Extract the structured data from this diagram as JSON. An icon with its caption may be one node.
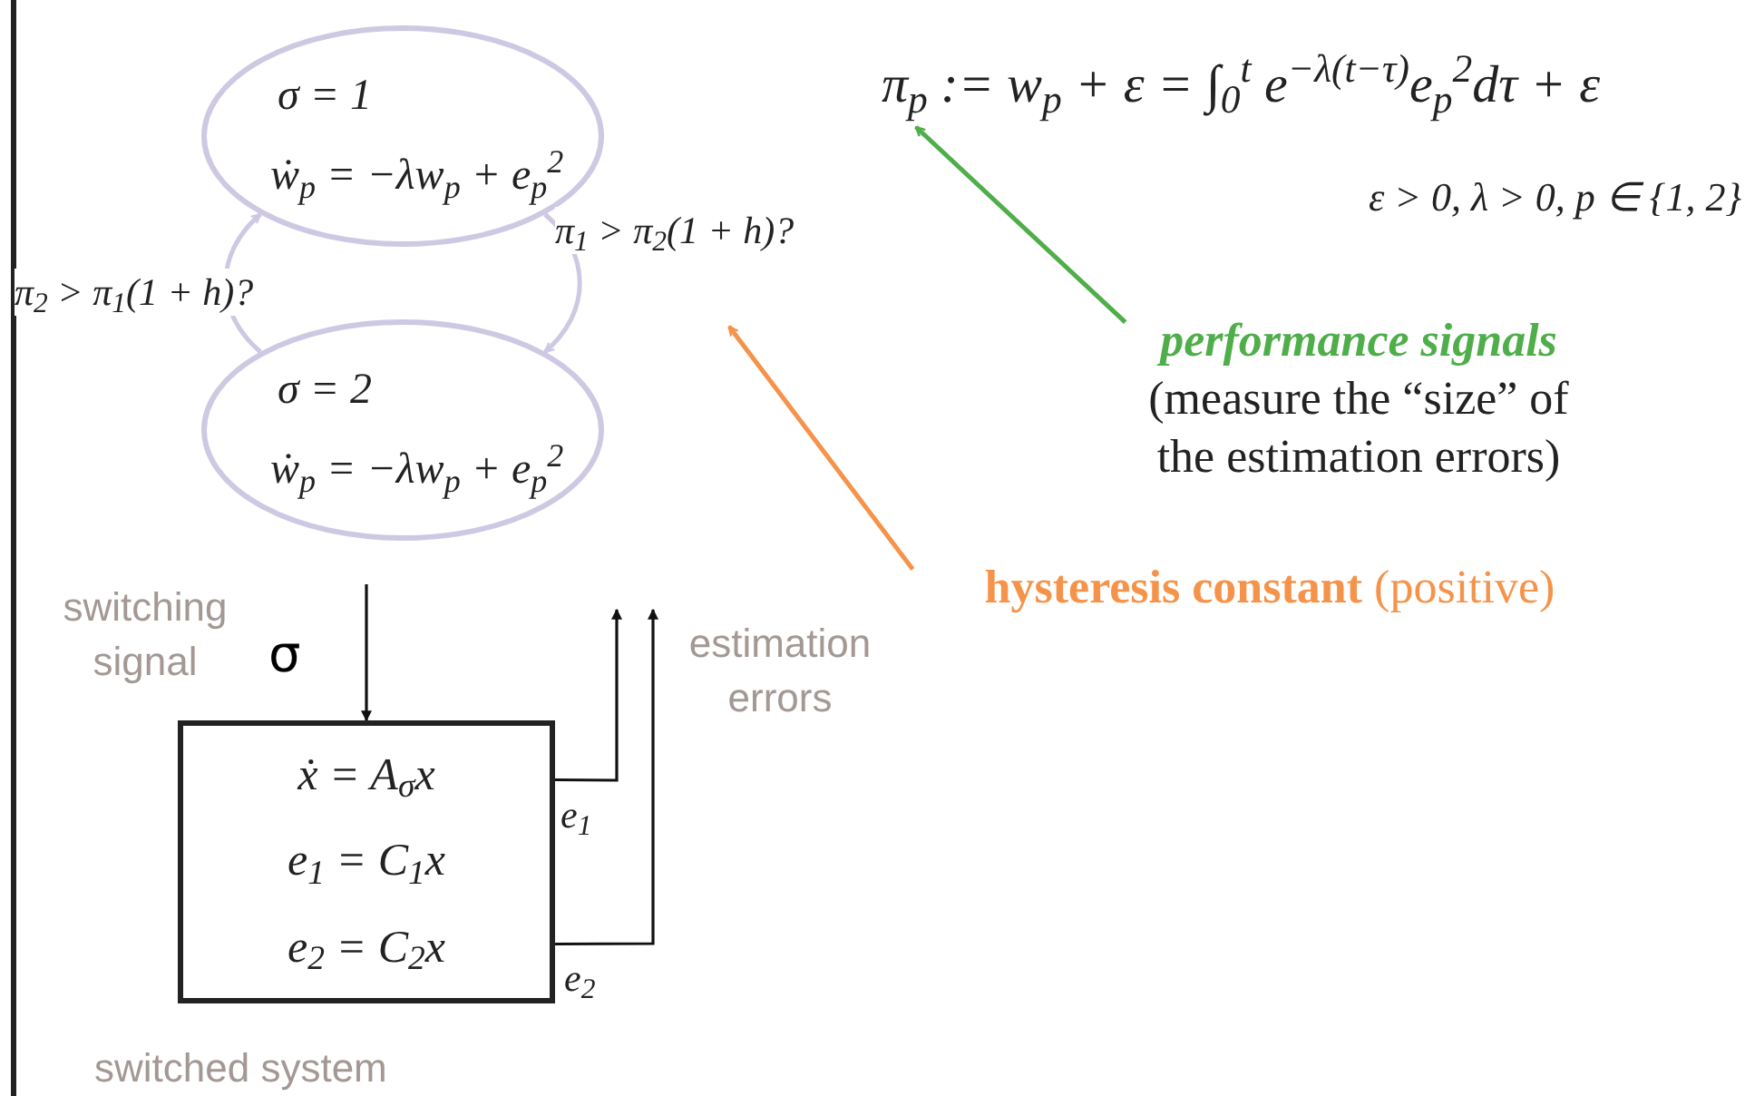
{
  "diagram": {
    "nodes": [
      {
        "text": [
          "σ = 1",
          "ẇ$_{p}$ = −λw$_{p}$ + e$_{p}$$^{2}$"
        ]
      },
      {
        "text": [
          "σ = 2",
          "ẇ$_{p}$ = −λw$_{p}$ + e$_{p}$$^{2}$"
        ]
      },
      {
        "text": [
          "ẋ = A$_{σ}$x",
          "e$_{1}$ = C$_{1}$x",
          "e$_{2}$ = C$_{2}$x"
        ],
        "beside": [
          "switched system"
        ]
      },
      {
        "text": [
          "π$_{p}$ := w$_{p}$ + ε = ∫$_{0}$$^{t}$ e$^{−λ(t−τ)}$e$_{p}$$^{2}$dτ + ε"
        ]
      },
      {
        "text": [
          "performance signals",
          "(measure the “size” of the estimation errors)"
        ]
      },
      {
        "text": [
          "**hysteresis constant** (positive)"
        ]
      }
    ],
    "edges": [
      {
        "from": 0,
        "to": 1,
        "arrow": "to",
        "label": "π$_{1}$ > π$_{2}$(1 + h)?",
        "color": "#cfc8e3"
      },
      {
        "from": 1,
        "to": 0,
        "arrow": "to",
        "label": "π$_{2}$ > π$_{1}$(1 + h)?",
        "color": "#cfc8e3"
      },
      {
        "from": null,
        "to": 2,
        "arrow": "to",
        "label": "σ"
      },
      {
        "from": 2,
        "to": null,
        "arrow": "to",
        "label": "e$_{1}$"
      },
      {
        "from": 2,
        "to": null,
        "arrow": "to",
        "label": "e$_{2}$"
      },
      {
        "from": 4,
        "to": 3,
        "arrow": "to",
        "color": "#4fae4a"
      },
      {
        "from": 5,
        "to": null,
        "arrow": "to",
        "color": "#f5934a"
      }
    ],
    "labels": [
      "ε > 0, λ > 0, p ∈ {1, 2}",
      "switching signal",
      "estimation errors"
    ]
  }
}
